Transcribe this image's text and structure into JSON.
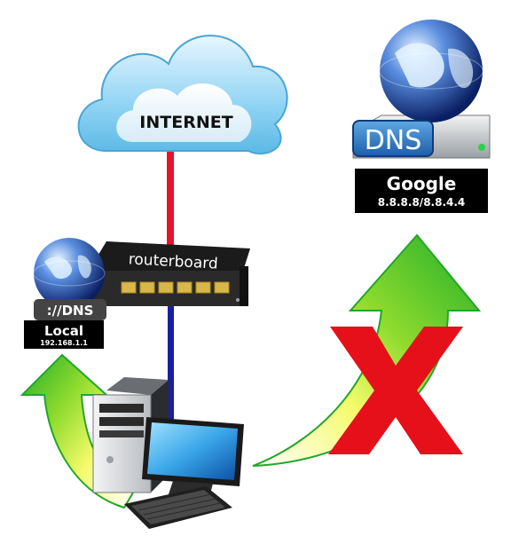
{
  "cloud": {
    "label": "INTERNET"
  },
  "router": {
    "brand": "routerboard"
  },
  "local_dns": {
    "badge": "://DNS",
    "title": "Local",
    "address": "192.168.1.1"
  },
  "google_dns": {
    "badge": "DNS",
    "title": "Google",
    "address": "8.8.8.8/8.8.4.4"
  },
  "colors": {
    "wan_link": "#e8132b",
    "lan_link": "#1a1ea0",
    "arrow_green": "#2db52d",
    "arrow_yellow": "#e8f53a",
    "block_mark": "#e5101a",
    "label_bg": "#000000"
  },
  "icons": [
    "cloud-icon",
    "router-icon",
    "globe-icon",
    "server-drive-icon",
    "desktop-computer-icon",
    "monitor-icon",
    "keyboard-icon",
    "red-x-icon"
  ]
}
